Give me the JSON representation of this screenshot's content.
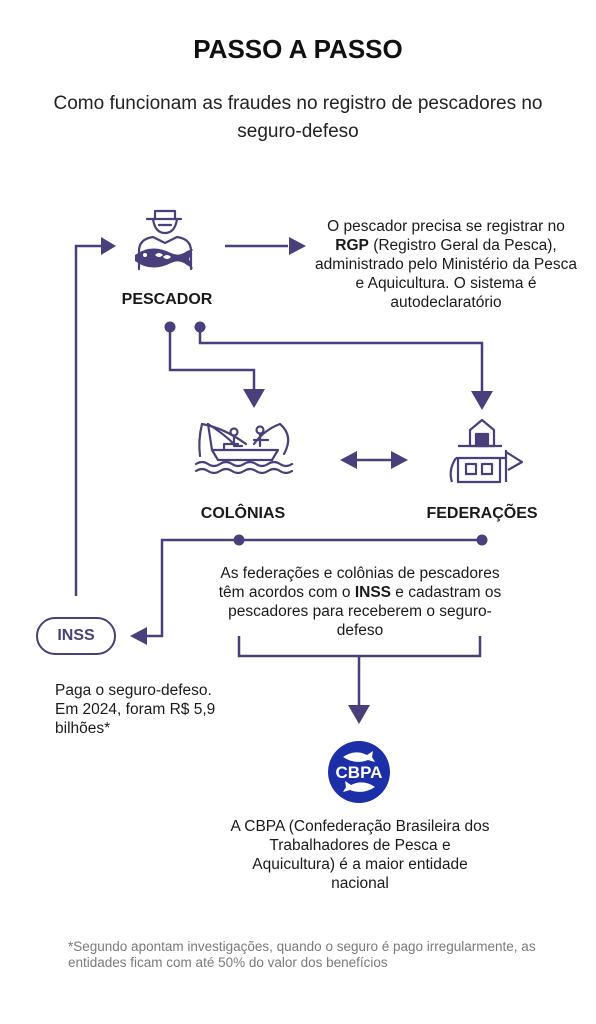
{
  "title": "PASSO A PASSO",
  "subtitle": "Como funcionam as fraudes no registro de pescadores no seguro-defeso",
  "pescador": {
    "label": "PESCADOR",
    "desc_pre": "O pescador precisa se registrar no ",
    "desc_bold": "RGP",
    "desc_post": " (Registro Geral da Pesca), administrado pelo Ministério da Pesca e Aquicultura. O sistema é autodeclaratório"
  },
  "colonias": {
    "label": "COLÔNIAS"
  },
  "federacoes": {
    "label": "FEDERAÇÕES"
  },
  "entities": {
    "desc_pre": "As federações e colônias de pescadores têm acordos com o ",
    "desc_bold": "INSS",
    "desc_post": " e cadastram os pescadores para receberem o seguro-defeso"
  },
  "inss": {
    "label": "INSS",
    "desc": "Paga o seguro-defeso. Em 2024, foram R$ 5,9 bilhões*"
  },
  "cbpa": {
    "logo_text": "CBPA",
    "desc": "A CBPA (Confederação Brasileira dos Trabalhadores de Pesca e Aquicultura) é a maior entidade nacional"
  },
  "footnote": "*Segundo apontam investigações, quando o seguro é pago irregularmente, as entidades ficam com até 50% do valor dos benefícios",
  "colors": {
    "accent": "#4a3f7a",
    "logo_blue": "#1c2fa8",
    "text": "#1a1a1a",
    "muted": "#7a7a7a"
  }
}
